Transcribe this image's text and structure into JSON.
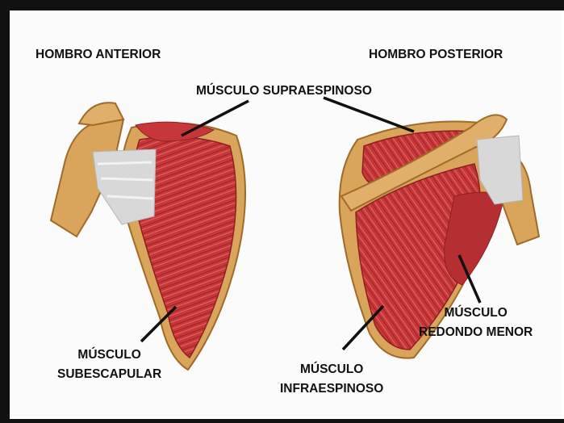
{
  "labels": {
    "anterior_title": "HOMBRO ANTERIOR",
    "posterior_title": "HOMBRO POSTERIOR",
    "supraespinoso": "MÚSCULO SUPRAESPINOSO",
    "subescapular_line1": "MÚSCULO",
    "subescapular_line2": "SUBESCAPULAR",
    "infraespinoso_line1": "MÚSCULO",
    "infraespinoso_line2": "INFRAESPINOSO",
    "redondo_line1": "MÚSCULO",
    "redondo_line2": "REDONDO MENOR"
  },
  "colors": {
    "frame": "#111111",
    "muscle": "#c7373a",
    "muscle_dark": "#8e1f22",
    "bone": "#d9a55a",
    "tendon": "#d8d8d8",
    "leader_line": "#111111"
  }
}
